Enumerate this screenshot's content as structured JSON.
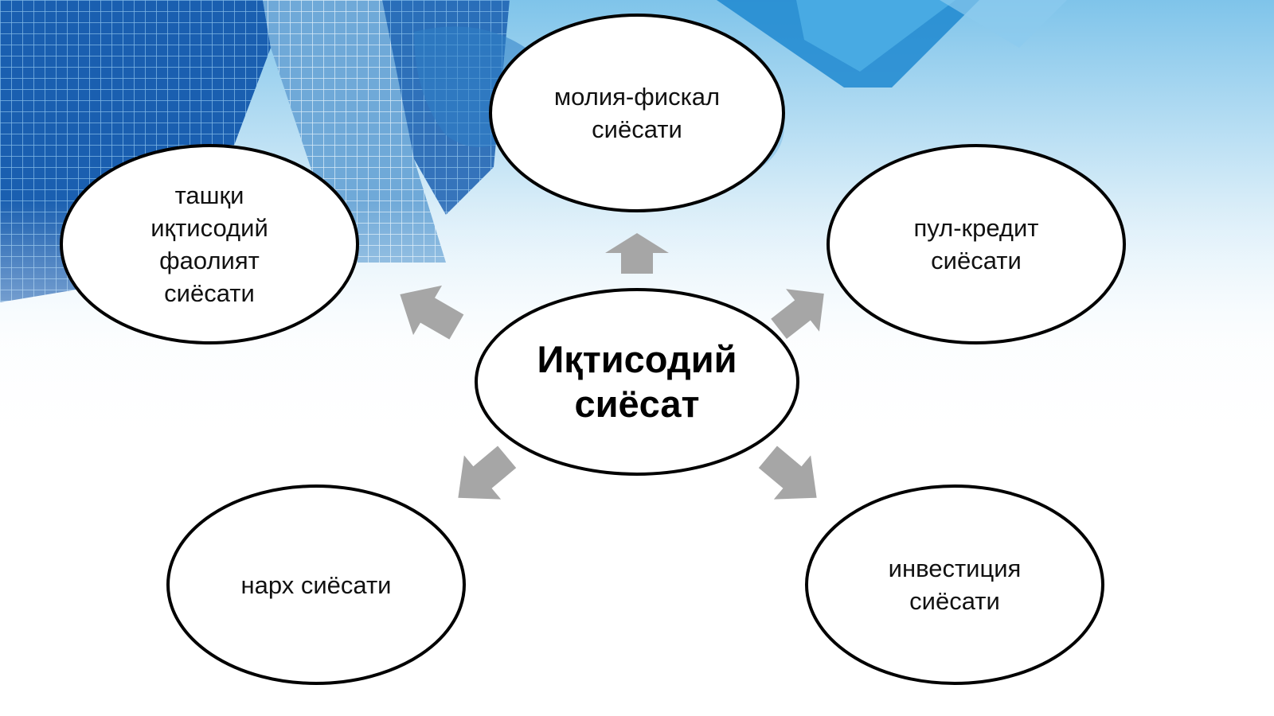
{
  "diagram": {
    "center": {
      "label": "Иқтисодий\nсиёсат"
    },
    "nodes": [
      {
        "id": "top",
        "label": "молия-фискал\nсиёсати"
      },
      {
        "id": "top-left",
        "label": "ташқи\nиқтисодий\nфаолият\nсиёсати"
      },
      {
        "id": "top-right",
        "label": "пул-кредит\nсиёсати"
      },
      {
        "id": "bottom-left",
        "label": "нарх сиёсати"
      },
      {
        "id": "bottom-right",
        "label": "инвестиция\nсиёсати"
      }
    ]
  },
  "colors": {
    "arrow": "#a6a6a6",
    "node_fill": "#ffffff",
    "node_stroke": "#000000",
    "background_accent": "#1a73c8"
  }
}
